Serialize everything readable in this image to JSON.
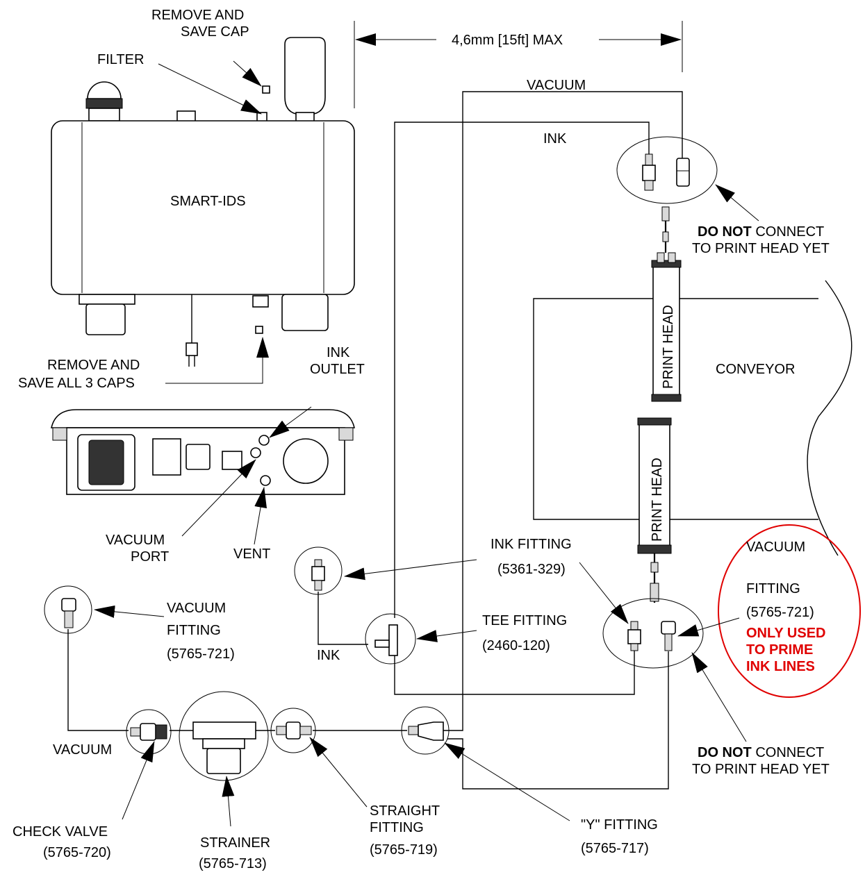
{
  "labels": {
    "remove_save_cap_1": "REMOVE AND",
    "remove_save_cap_2": "SAVE CAP",
    "filter": "FILTER",
    "dimension": "4,6mm [15ft] MAX",
    "vacuum_top": "VACUUM",
    "ink_top": "INK",
    "smart_ids": "SMART-IDS",
    "do_not_1_bold": "DO NOT",
    "do_not_1_rest": " CONNECT",
    "do_not_1_line2": "TO PRINT HEAD YET",
    "print_head_upper": "PRINT HEAD",
    "conveyor": "CONVEYOR",
    "remove_all_1": "REMOVE AND",
    "remove_all_2": "SAVE ALL 3 CAPS",
    "ink_outlet_1": "INK",
    "ink_outlet_2": "OUTLET",
    "print_head_lower": "PRINT HEAD",
    "vacuum_port_1": "VACUUM",
    "vacuum_port_2": "PORT",
    "vent": "VENT",
    "ink_fitting_1": "INK FITTING",
    "ink_fitting_2": "(5361-329)",
    "vac_fit_right_1": "VACUUM",
    "vac_fit_right_2": "FITTING",
    "vac_fit_right_3": "(5765-721)",
    "only_used_1": "ONLY USED",
    "only_used_2": "TO PRIME",
    "only_used_3": "INK LINES",
    "vac_fit_left_1": "VACUUM",
    "vac_fit_left_2": "FITTING",
    "vac_fit_left_3": "(5765-721)",
    "tee_1": "TEE FITTING",
    "tee_2": "(2460-120)",
    "ink_left": "INK",
    "vacuum_left": "VACUUM",
    "do_not_2_bold": "DO NOT",
    "do_not_2_rest": " CONNECT",
    "do_not_2_line2": "TO PRINT HEAD YET",
    "check_valve_1": "CHECK VALVE",
    "check_valve_2": "(5765-720)",
    "strainer_1": "STRAINER",
    "strainer_2": "(5765-713)",
    "straight_1": "STRAIGHT",
    "straight_2": "FITTING",
    "straight_3": "(5765-719)",
    "y_fit_1": "\"Y\" FITTING",
    "y_fit_2": "(5765-717)"
  },
  "colors": {
    "line": "#000000",
    "highlight": "#e00000",
    "background": "#ffffff"
  }
}
